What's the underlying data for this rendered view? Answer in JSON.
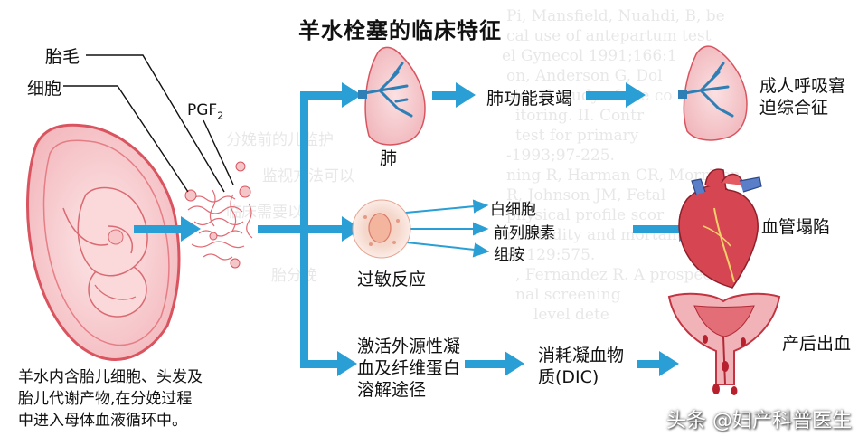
{
  "title": "羊水栓塞的临床特征",
  "labels": {
    "lanugo": "胎毛",
    "cells": "细胞",
    "pgf2": "PGF",
    "pgf2_sub": "2",
    "lung": "肺",
    "lung_failure": "肺功能衰竭",
    "ards_line1": "成人呼吸窘",
    "ards_line2": "迫综合征",
    "leukocyte": "白细胞",
    "prostaglandin": "前列腺素",
    "histamine": "组胺",
    "allergy": "过敏反应",
    "collapse": "血管塌陷",
    "coag_line1": "激活外源性凝",
    "coag_line2": "血及纤维蛋白",
    "coag_line3": "溶解途径",
    "dic_line1": "消耗凝血物",
    "dic_line2": "质(DIC)",
    "pph": "产后出血"
  },
  "caption": {
    "line1": "羊水内含胎儿细胞、头发及",
    "line2": "胎儿代谢产物,在分娩过程",
    "line3": "中进入母体血液循环中。"
  },
  "watermark": "头条 @妇产科普医生",
  "colors": {
    "arrow": "#2a9fd6",
    "tissue": "#e8828a",
    "tissue_light": "#f6cfd2",
    "vessel": "#2e7fb5"
  }
}
